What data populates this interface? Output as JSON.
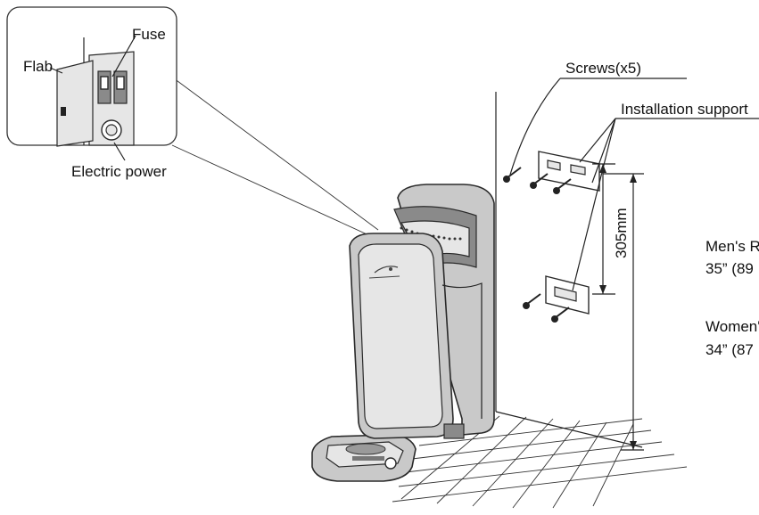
{
  "callouts": {
    "flab": "Flab",
    "fuse": "Fuse",
    "electric_power": "Electric power",
    "screws": "Screws(x5)",
    "installation_support": "Installation support"
  },
  "dimension": {
    "distance": "305mm"
  },
  "heights": {
    "mens_line1": "Men's R",
    "mens_line2": "35” (89",
    "womens_line1": "Women'",
    "womens_line2": "34” (87"
  }
}
